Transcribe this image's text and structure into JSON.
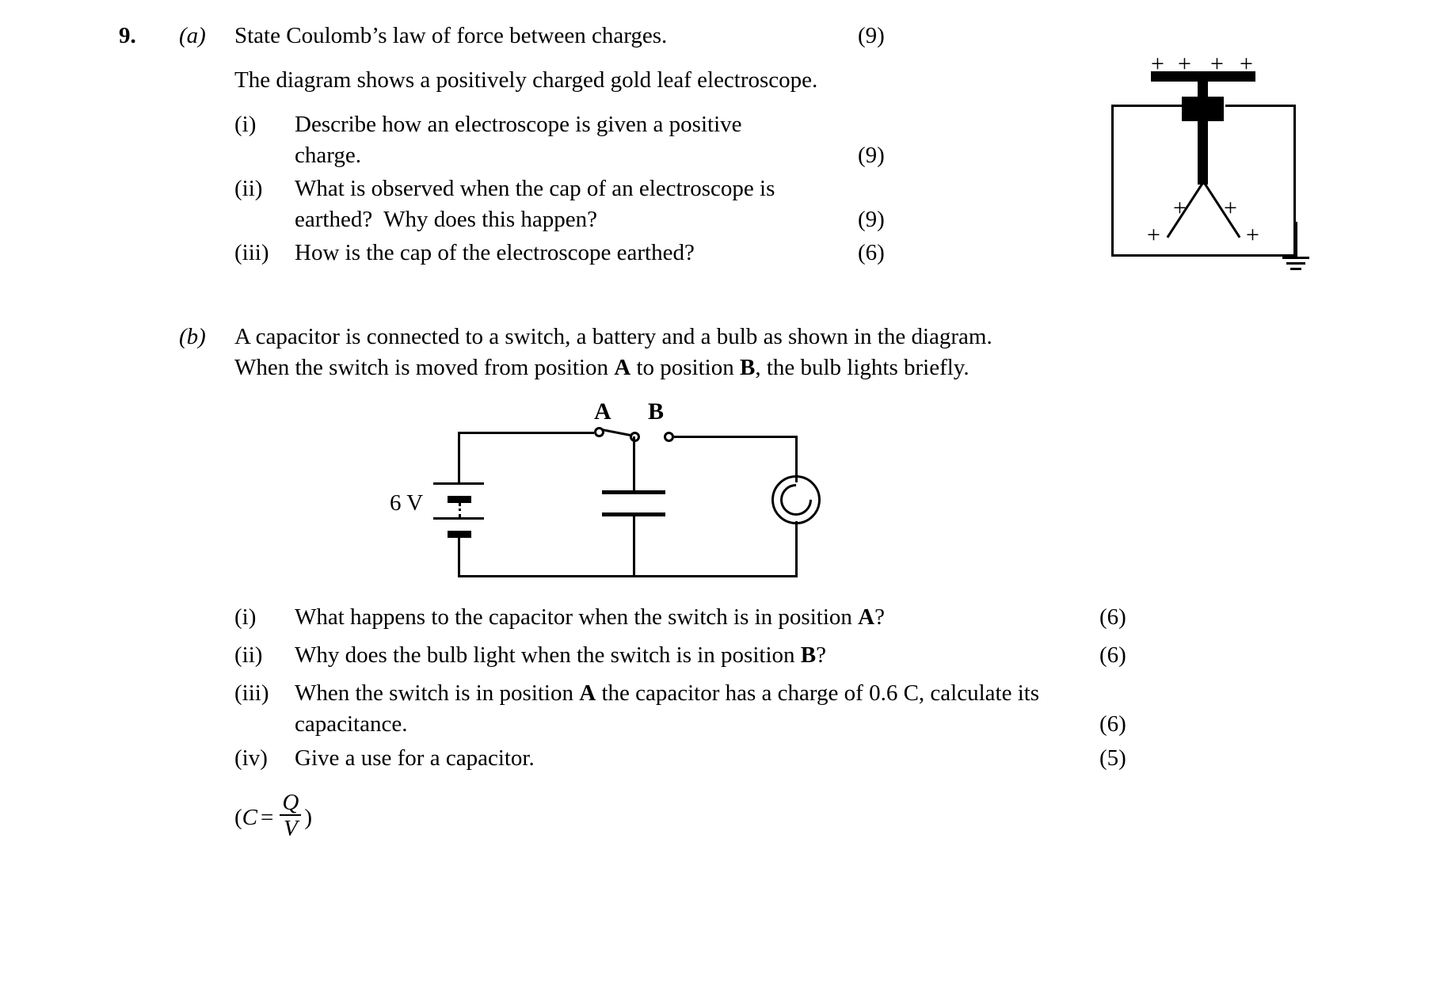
{
  "question": {
    "number": "9.",
    "part_a": {
      "label": "(a)",
      "stem": "State Coulomb’s law of force between charges.",
      "stem_marks": "(9)",
      "intro": "The diagram shows a positively charged gold leaf electroscope.",
      "items": [
        {
          "num": "(i)",
          "line1": "Describe how an electroscope is given a positive",
          "line2": "charge.",
          "marks": "(9)"
        },
        {
          "num": "(ii)",
          "line1": "What is observed when the cap of an electroscope is",
          "line2": "earthed?  Why does this happen?",
          "marks": "(9)"
        },
        {
          "num": "(iii)",
          "line1": "How is the cap of the electroscope earthed?",
          "line2": "",
          "marks": "(6)"
        }
      ]
    },
    "part_b": {
      "label": "(b)",
      "intro_line1": "A capacitor is connected to a switch, a battery and a bulb as shown in the diagram.",
      "intro_line2_pre": "When the switch is moved from position ",
      "intro_line2_a": "A",
      "intro_line2_mid": " to position ",
      "intro_line2_b": "B",
      "intro_line2_post": ", the bulb lights briefly.",
      "items": [
        {
          "num": "(i)",
          "pre": "What happens to the capacitor when the switch is in position ",
          "bold": "A",
          "post": "?",
          "line2": "",
          "marks": "(6)"
        },
        {
          "num": "(ii)",
          "pre": "Why does the bulb light when the switch is in position ",
          "bold": "B",
          "post": "?",
          "line2": "",
          "marks": "(6)"
        },
        {
          "num": "(iii)",
          "pre": "When the switch is in position ",
          "bold": "A",
          "post": " the capacitor has a charge of 0.6 C, calculate its",
          "line2": "capacitance.",
          "marks": "(6)"
        },
        {
          "num": "(iv)",
          "pre": "Give a use for a capacitor.",
          "bold": "",
          "post": "",
          "line2": "",
          "marks": "(5)"
        }
      ],
      "formula": {
        "open": "(",
        "c": "C",
        "equals": "=",
        "numerator": "Q",
        "denominator": "V",
        "close": ")"
      }
    }
  },
  "electroscope": {
    "cap_charges": [
      "+",
      "+",
      "+",
      "+"
    ],
    "leaf_charges": [
      "+",
      "+",
      "+",
      "+"
    ],
    "earth_symbol": "earth-ground"
  },
  "circuit": {
    "battery_label": "6 V",
    "switch_label_a": "A",
    "switch_label_b": "B",
    "components": [
      "battery",
      "switch",
      "capacitor",
      "bulb"
    ]
  },
  "colors": {
    "ink": "#000000",
    "paper": "#ffffff"
  }
}
